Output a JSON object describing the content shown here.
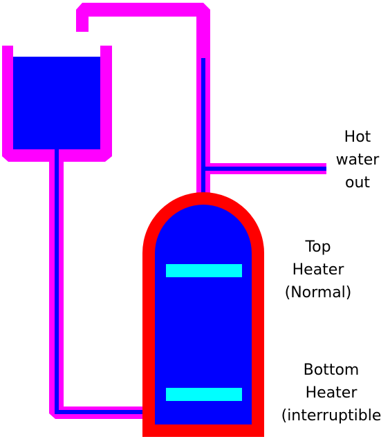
{
  "labels": {
    "hot_water_out": [
      "Hot",
      "water",
      "out"
    ],
    "top_heater": [
      "Top",
      "Heater",
      "(Normal)"
    ],
    "bottom_heater": [
      "Bottom",
      "Heater",
      "(interruptible"
    ]
  },
  "colors": {
    "pipe_outer": "#ff00ff",
    "water": "#0000ff",
    "tank_shell": "#ff0000",
    "heater_element": "#00ffff",
    "text": "#000000",
    "background": "#ffffff"
  }
}
